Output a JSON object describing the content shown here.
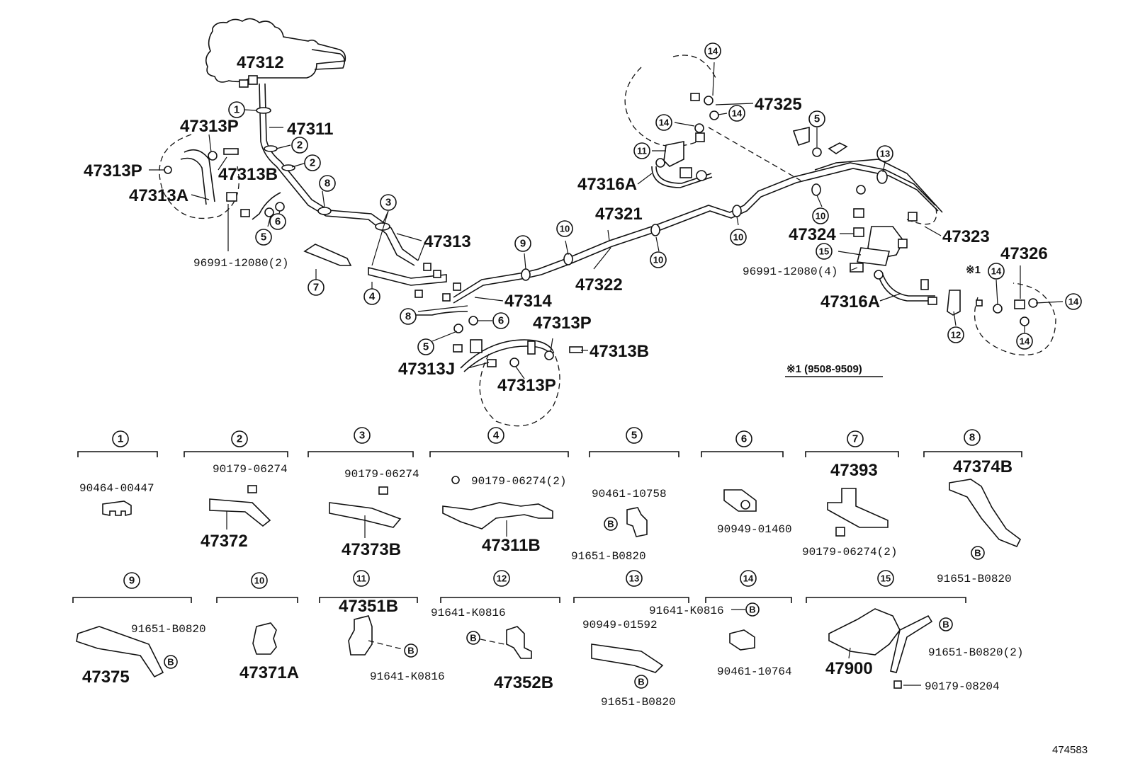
{
  "diagram_id": "474583",
  "footnote": "※1 (9508-9509)",
  "footnote_mark": "※1",
  "labels": {
    "p47312": "47312",
    "p47311": "47311",
    "p47313P_a": "47313P",
    "p47313P_b": "47313P",
    "p47313A": "47313A",
    "p47313B_a": "47313B",
    "p96991_a": "96991-12080(2)",
    "p47313": "47313",
    "p47314": "47314",
    "p47313P_c": "47313P",
    "p47313B_b": "47313B",
    "p47313J": "47313J",
    "p47313P_d": "47313P",
    "p47321": "47321",
    "p47322": "47322",
    "p47316A_a": "47316A",
    "p47325": "47325",
    "p47324": "47324",
    "p47323": "47323",
    "p96991_b": "96991-12080(4)",
    "p47316A_b": "47316A",
    "p47326": "47326"
  },
  "legend": [
    {
      "num": "1",
      "parts": [
        "90464-00447"
      ]
    },
    {
      "num": "2",
      "parts": [
        "90179-06274",
        "47372"
      ]
    },
    {
      "num": "3",
      "parts": [
        "90179-06274",
        "47373B"
      ]
    },
    {
      "num": "4",
      "parts": [
        "90179-06274(2)",
        "47311B"
      ]
    },
    {
      "num": "5",
      "parts": [
        "90461-10758",
        "91651-B0820"
      ]
    },
    {
      "num": "6",
      "parts": [
        "90949-01460"
      ]
    },
    {
      "num": "7",
      "parts": [
        "47393",
        "90179-06274(2)"
      ]
    },
    {
      "num": "8",
      "parts": [
        "47374B",
        "91651-B0820"
      ]
    },
    {
      "num": "9",
      "parts": [
        "91651-B0820",
        "47375"
      ]
    },
    {
      "num": "10",
      "parts": [
        "47371A"
      ]
    },
    {
      "num": "11",
      "parts": [
        "47351B",
        "91641-K0816"
      ]
    },
    {
      "num": "12",
      "parts": [
        "91641-K0816",
        "47352B"
      ]
    },
    {
      "num": "13",
      "parts": [
        "90949-01592",
        "91651-B0820"
      ]
    },
    {
      "num": "14",
      "parts": [
        "91641-K0816",
        "90461-10764"
      ]
    },
    {
      "num": "15",
      "parts": [
        "91651-B0820(2)",
        "47900",
        "90179-08204"
      ]
    }
  ],
  "bolt_mark": "B"
}
